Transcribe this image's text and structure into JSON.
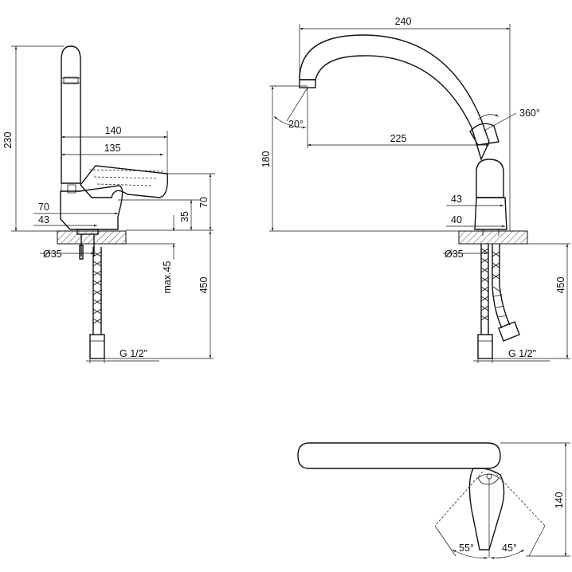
{
  "side_view": {
    "height_total": "230",
    "reach_outer": "140",
    "reach_inner": "135",
    "base_width": "70",
    "base_inner": "43",
    "handle_height": "35",
    "body_height": "70",
    "base_diameter": "Ø35",
    "counter_thickness": "max.45",
    "hose_length": "450",
    "thread": "G 1/2\""
  },
  "front_view": {
    "width_total": "240",
    "rotation": "360°",
    "spout_angle": "20°",
    "spout_reach": "225",
    "spout_height": "180",
    "body_width_top": "43",
    "body_width_bottom": "40",
    "base_diameter": "Ø35",
    "hose_length": "450",
    "thread": "G 1/2\""
  },
  "top_view": {
    "depth": "140",
    "angle_left": "55°",
    "angle_right": "45°"
  }
}
